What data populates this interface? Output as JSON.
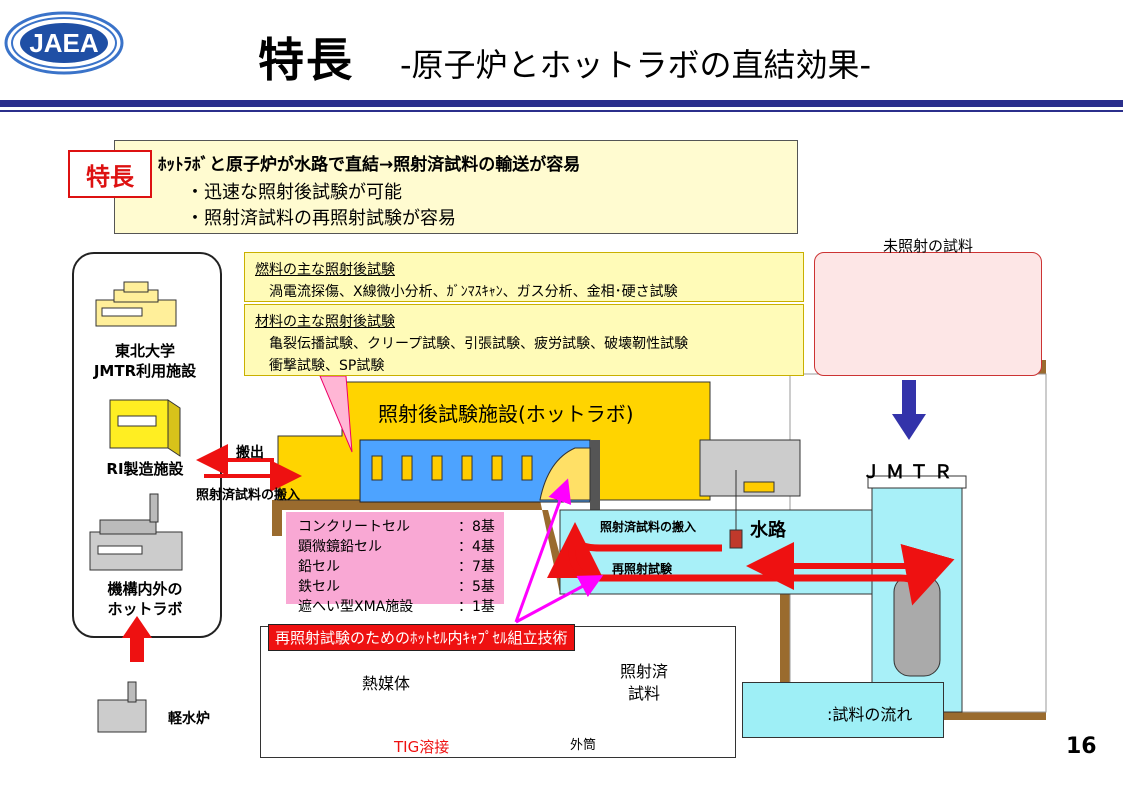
{
  "header": {
    "logo_text": "JAEA",
    "title_main": "特長",
    "title_sub": "-原子炉とホットラボの直結効果-"
  },
  "feature": {
    "tag": "特長",
    "main": "ﾎｯﾄﾗﾎﾞと原子炉が水路で直結→照射済試料の輸送が容易",
    "bullet1": "・迅速な照射後試験が可能",
    "bullet2": "・照射済試料の再照射試験が容易"
  },
  "left_panel": {
    "facility1": "東北大学\nJMTR利用施設",
    "facility1_line1": "東北大学",
    "facility1_line2": "JMTR利用施設",
    "facility2": "RI製造施設",
    "facility3_line1": "機構内外の",
    "facility3_line2": "ホットラボ",
    "light_water_reactor": "軽水炉"
  },
  "fuel_box": {
    "title": "燃料の主な照射後試験",
    "body": "渦電流探傷、X線微小分析、ｶﾞﾝﾏｽｷｬﾝ、ガス分析、金相･硬さ試験"
  },
  "material_box": {
    "title": "材料の主な照射後試験",
    "body1": "亀裂伝播試験、クリープ試験、引張試験、疲労試験、破壊靭性試験",
    "body2": "衝撃試験、SP試験"
  },
  "unirradiated": {
    "title": "未照射の試料"
  },
  "diagram": {
    "hotlab_label": "照射後試験施設(ホットラボ)",
    "carry_out": "搬出",
    "carry_in": "照射済試料の搬入",
    "carry_in_water": "照射済試料の搬入",
    "reirradiation": "再照射試験",
    "waterway": "水路",
    "jmtr": "ＪＭＴＲ"
  },
  "cells": [
    {
      "name": "コンクリートセル",
      "count": "：8基"
    },
    {
      "name": "顕微鏡鉛セル",
      "count": "：4基"
    },
    {
      "name": "鉛セル",
      "count": "：7基"
    },
    {
      "name": "鉄セル",
      "count": "：5基"
    },
    {
      "name": "遮へい型XMA施設",
      "count": "：1基"
    }
  ],
  "capsule": {
    "title": "再照射試験のためのﾎｯﾄｾﾙ内ｷｬﾌﾟｾﾙ組立技術",
    "heat_medium": "熱媒体",
    "irradiated_sample_1": "照射済",
    "irradiated_sample_2": "試料",
    "tig": "TIG溶接",
    "outer_tube": "外筒"
  },
  "legend": {
    "text": ":試料の流れ"
  },
  "page_number": "16",
  "colors": {
    "navy": "#2b2f8c",
    "red": "#e11111",
    "yellow": "#ffd400",
    "water": "#a8f0f8",
    "pink": "#f9a8d4",
    "earth": "#9a6b2e"
  }
}
